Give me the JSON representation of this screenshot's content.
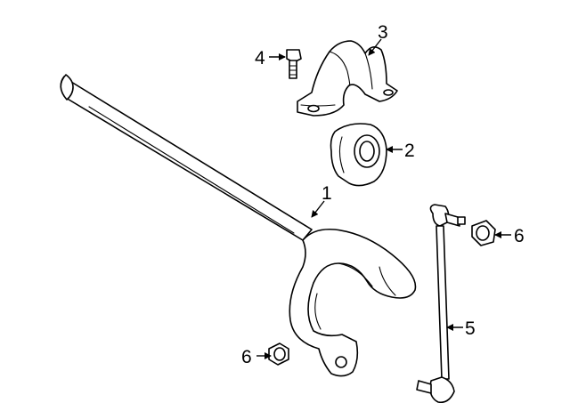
{
  "diagram": {
    "callouts": [
      {
        "id": "1",
        "label": "1",
        "part": "stabilizer-bar"
      },
      {
        "id": "2",
        "label": "2",
        "part": "bushing"
      },
      {
        "id": "3",
        "label": "3",
        "part": "bracket"
      },
      {
        "id": "4",
        "label": "4",
        "part": "bolt"
      },
      {
        "id": "5",
        "label": "5",
        "part": "stabilizer-link"
      },
      {
        "id": "6a",
        "label": "6",
        "part": "link-nut"
      },
      {
        "id": "6b",
        "label": "6",
        "part": "lower-nut"
      }
    ]
  }
}
